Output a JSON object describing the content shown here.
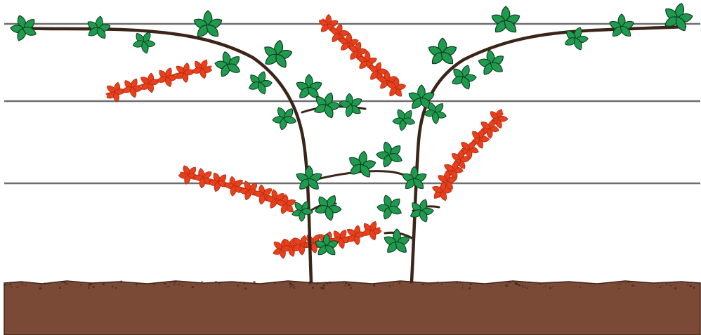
{
  "diagram": {
    "subject": "blackberry-trellis-training",
    "wire_count": 3,
    "cane_count": 2,
    "primocane_count": 7,
    "colors": {
      "background": "#ffffff",
      "wire": "#6e6e6e",
      "soil": "#7a4a36",
      "soil_edge": "#3f2418",
      "cane": "#3b2418",
      "leaf": "#1f9a4e",
      "leaf_outline": "#0c3d20",
      "new_growth": "#e8401c"
    }
  }
}
